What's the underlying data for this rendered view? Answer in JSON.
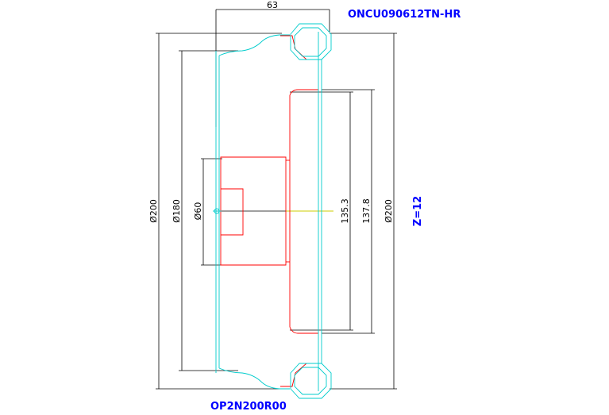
{
  "tool": {
    "code": "ONCU090612TN-HR",
    "holder": "OP2N200R00",
    "teeth": "Z=12"
  },
  "dimensions": {
    "width": "63",
    "outer_diameter_left": "Ø200",
    "inner_diameter_left": "Ø180",
    "bore_diameter": "Ø60",
    "body_height_a": "135.3",
    "body_height_b": "137.8",
    "outer_diameter_right": "Ø200"
  },
  "colors": {
    "profile": "#ff0000",
    "insert": "#00cccc",
    "dimension": "#000000",
    "label": "#0000ff",
    "axis": "#cccc00"
  }
}
